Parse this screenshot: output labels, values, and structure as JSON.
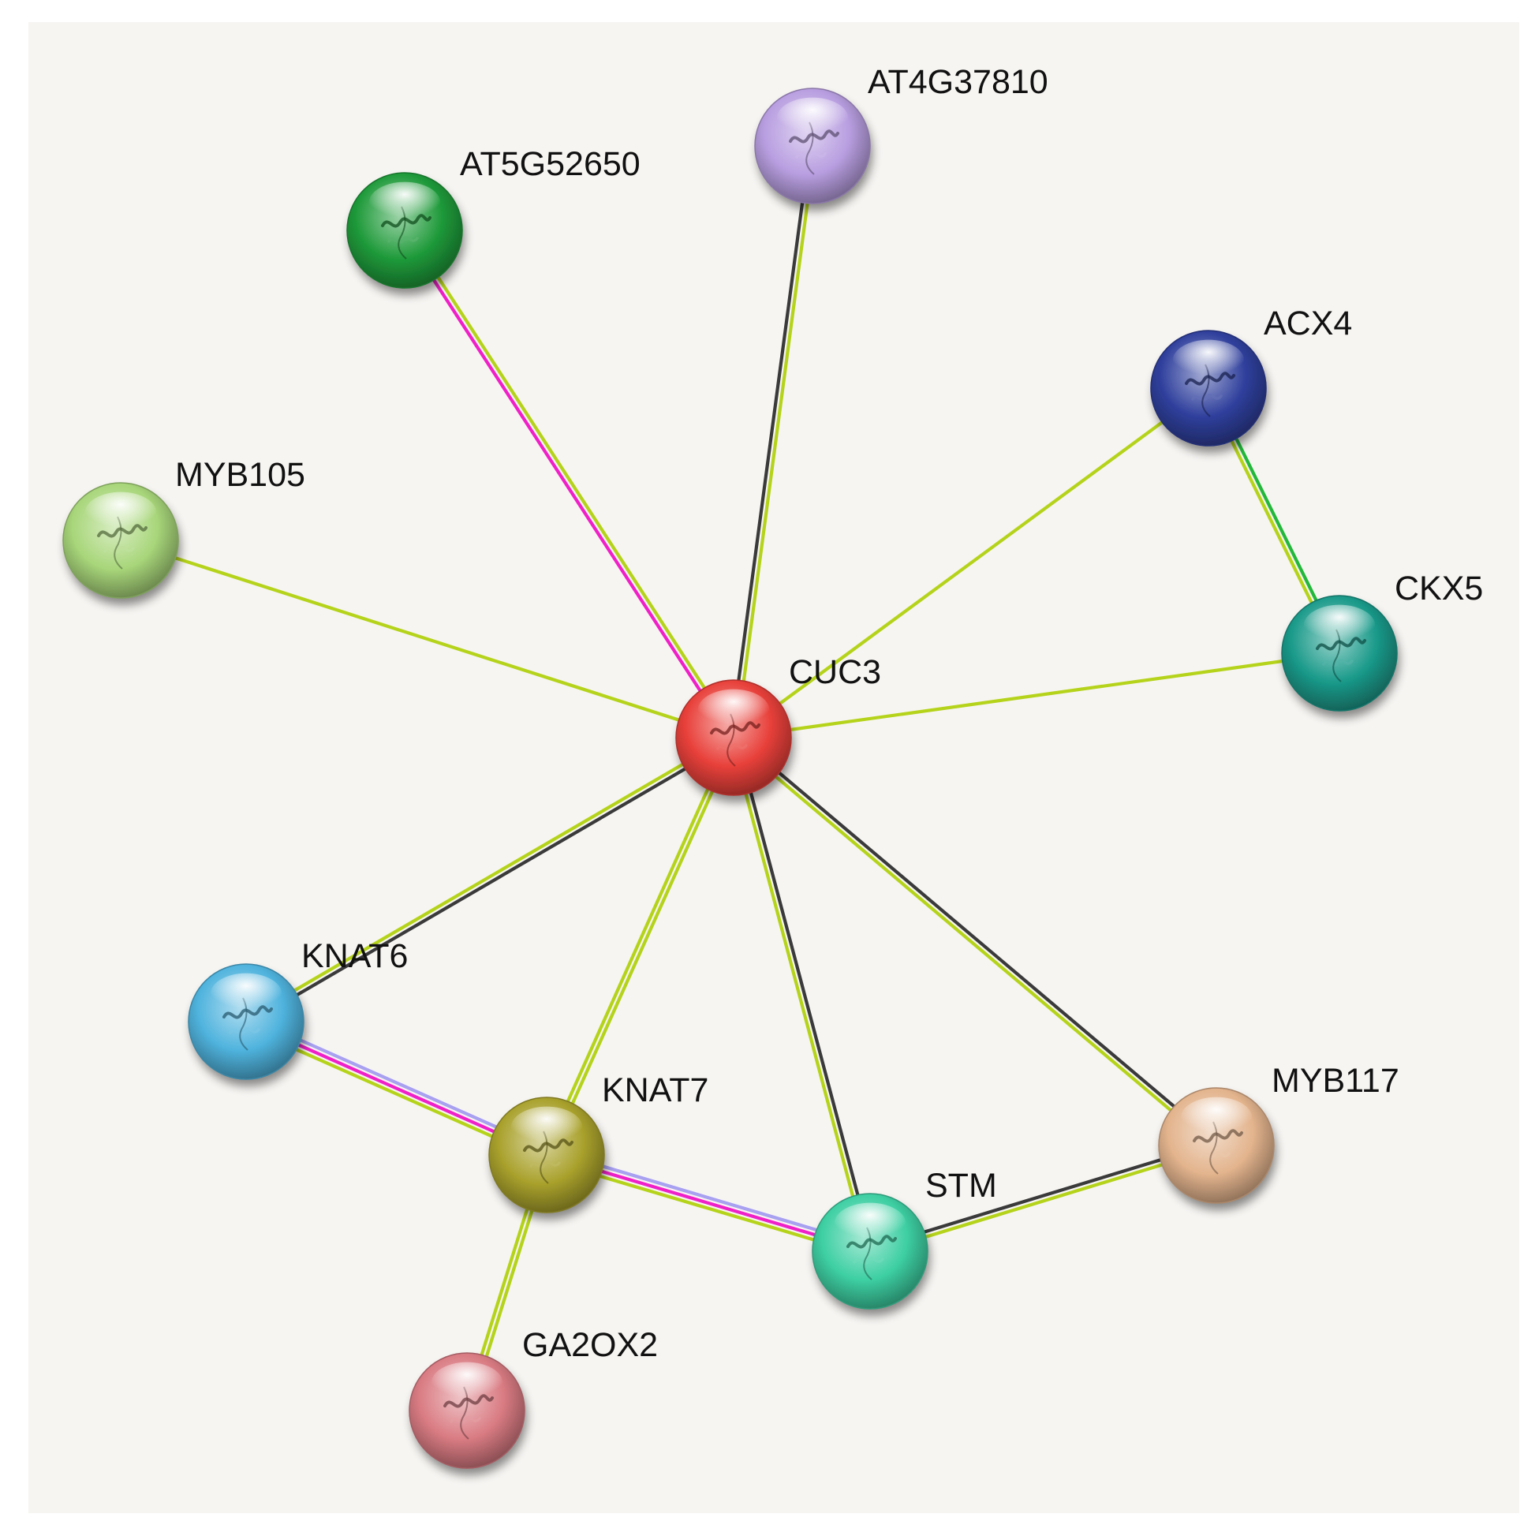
{
  "network": {
    "nodes": [
      {
        "id": "CUC3",
        "label": "CUC3",
        "color": "#e8403a",
        "icon": "protein-structure-icon"
      },
      {
        "id": "AT4G37810",
        "label": "AT4G37810",
        "color": "#b89ee0",
        "icon": "protein-structure-icon"
      },
      {
        "id": "AT5G52650",
        "label": "AT5G52650",
        "color": "#1f9a3a",
        "icon": "protein-structure-icon"
      },
      {
        "id": "ACX4",
        "label": "ACX4",
        "color": "#2f3f9c",
        "icon": "protein-structure-icon"
      },
      {
        "id": "MYB105",
        "label": "MYB105",
        "color": "#a8d67a",
        "icon": "protein-structure-icon"
      },
      {
        "id": "CKX5",
        "label": "CKX5",
        "color": "#1a9a8a",
        "icon": "protein-structure-icon"
      },
      {
        "id": "KNAT6",
        "label": "KNAT6",
        "color": "#4fb3dd",
        "icon": "protein-structure-icon"
      },
      {
        "id": "KNAT7",
        "label": "KNAT7",
        "color": "#a9a12c",
        "icon": "protein-structure-icon"
      },
      {
        "id": "STM",
        "label": "STM",
        "color": "#3dcfa2",
        "icon": "protein-structure-icon"
      },
      {
        "id": "MYB117",
        "label": "MYB117",
        "color": "#e3b48d",
        "icon": "protein-structure-icon"
      },
      {
        "id": "GA2OX2",
        "label": "GA2OX2",
        "color": "#d97b82",
        "icon": "protein-structure-icon"
      }
    ],
    "edges": [
      {
        "source": "CUC3",
        "target": "AT4G37810",
        "colors": [
          "#3a3a3a",
          "#b5d31a"
        ]
      },
      {
        "source": "CUC3",
        "target": "AT5G52650",
        "colors": [
          "#f020c8",
          "#b5d31a"
        ]
      },
      {
        "source": "CUC3",
        "target": "ACX4",
        "colors": [
          "#b5d31a"
        ]
      },
      {
        "source": "CUC3",
        "target": "MYB105",
        "colors": [
          "#b5d31a"
        ]
      },
      {
        "source": "CUC3",
        "target": "CKX5",
        "colors": [
          "#b5d31a"
        ]
      },
      {
        "source": "ACX4",
        "target": "CKX5",
        "colors": [
          "#22b83a",
          "#b5d31a"
        ]
      },
      {
        "source": "CUC3",
        "target": "KNAT6",
        "colors": [
          "#3a3a3a",
          "#b5d31a"
        ]
      },
      {
        "source": "CUC3",
        "target": "KNAT7",
        "colors": [
          "#b5d31a",
          "#b5d31a"
        ]
      },
      {
        "source": "CUC3",
        "target": "STM",
        "colors": [
          "#3a3a3a",
          "#b5d31a"
        ]
      },
      {
        "source": "CUC3",
        "target": "MYB117",
        "colors": [
          "#3a3a3a",
          "#b5d31a"
        ]
      },
      {
        "source": "KNAT6",
        "target": "KNAT7",
        "colors": [
          "#a8a0f0",
          "#f020c8",
          "#b5d31a"
        ]
      },
      {
        "source": "KNAT7",
        "target": "STM",
        "colors": [
          "#a8a0f0",
          "#f020c8",
          "#b5d31a"
        ]
      },
      {
        "source": "STM",
        "target": "MYB117",
        "colors": [
          "#3a3a3a",
          "#b5d31a"
        ]
      },
      {
        "source": "KNAT7",
        "target": "GA2OX2",
        "colors": [
          "#b5d31a",
          "#b5d31a"
        ]
      }
    ]
  }
}
